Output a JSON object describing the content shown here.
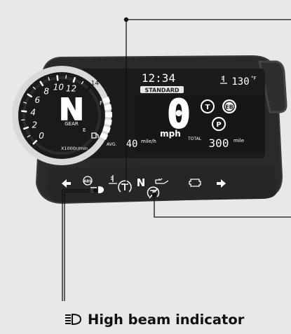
{
  "colors": {
    "page_bg": "#e8e8e8",
    "panel": "#2a2a2a",
    "screen": "#1a1a1a",
    "ring": "#d9d9d9",
    "segment": "#ffffff",
    "leader": "#111111"
  },
  "cluster": {
    "clock": "12:34",
    "mode": "STANDARD",
    "temperature": "130",
    "temperature_unit": "°F",
    "gear": "N",
    "gear_label": "GEAR",
    "speed": "0",
    "speed_unit": "mph",
    "avg_label": "AVG.",
    "avg_value": "40",
    "avg_unit": "mile/h",
    "total_label": "TOTAL",
    "total_value": "300",
    "total_unit": "mile",
    "rpm_unit": "X1000r/min",
    "fuel_full": "F",
    "fuel_empty": "E",
    "tach_ticks": [
      "0",
      "2",
      "4",
      "6",
      "8",
      "10",
      "12",
      "14"
    ],
    "neutral_indicator": "N",
    "badges": {
      "traction": "T",
      "engine_brake": "EB",
      "power": "P"
    },
    "abs_label": "ABS"
  },
  "callout": {
    "label": "High beam indicator",
    "icon": "high-beam-icon"
  }
}
